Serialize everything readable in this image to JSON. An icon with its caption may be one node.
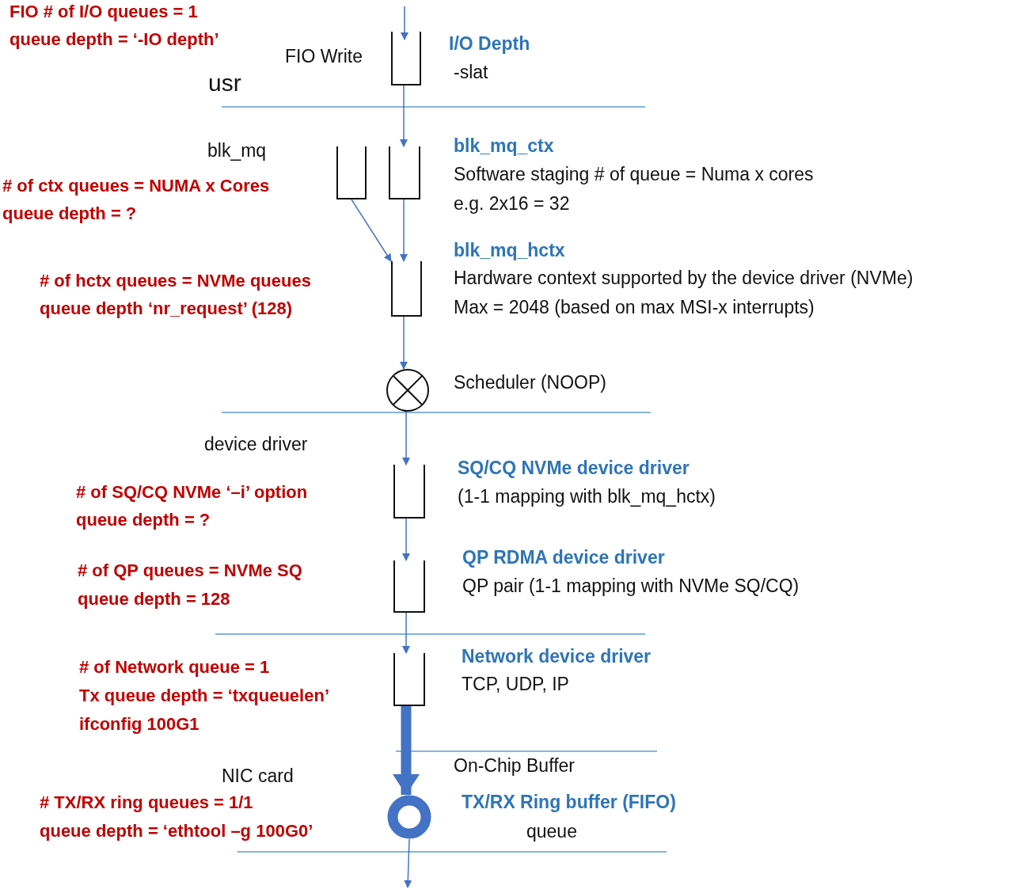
{
  "diagram": {
    "nodes": [
      {
        "text": [],
        "shape": "box"
      },
      {
        "text": [],
        "shape": "box"
      },
      {
        "text": [],
        "shape": "box"
      },
      {
        "text": [],
        "shape": "box"
      },
      {
        "text": [],
        "shape": "circle"
      },
      {
        "text": [],
        "shape": "box"
      },
      {
        "text": [],
        "shape": "box"
      },
      {
        "text": [],
        "shape": "box"
      },
      {
        "text": [],
        "shape": "circle"
      }
    ],
    "edges": [
      {
        "from": null,
        "to": 0,
        "arrow": "to"
      },
      {
        "from": 0,
        "to": 2,
        "arrow": "to"
      },
      {
        "from": 1,
        "to": 3,
        "arrow": "to"
      },
      {
        "from": 2,
        "to": 3,
        "arrow": "to"
      },
      {
        "from": 3,
        "to": 4,
        "arrow": "to"
      },
      {
        "from": 4,
        "to": 5,
        "arrow": "to"
      },
      {
        "from": 5,
        "to": 6,
        "arrow": "to"
      },
      {
        "from": 6,
        "to": 7,
        "arrow": "to"
      },
      {
        "from": 7,
        "to": 8,
        "arrow": "to",
        "style": "thick"
      },
      {
        "from": 8,
        "to": null,
        "arrow": "to"
      }
    ],
    "labels": [
      "FIO # of I/O queues = 1",
      "queue depth = ‘-IO depth’",
      "FIO Write",
      "I/O Depth",
      "-slat",
      "usr",
      "blk_mq",
      "blk_mq_ctx",
      "Software staging # of queue = Numa x cores",
      "# of ctx queues = NUMA x Cores",
      "e.g. 2x16 = 32",
      "queue depth = ?",
      "blk_mq_hctx",
      "# of hctx queues = NVMe queues",
      "Hardware context supported by the device driver (NVMe)",
      "queue depth ‘nr_request’ (128)",
      "Max = 2048 (based on max MSI-x interrupts)",
      "Scheduler (NOOP)",
      "device driver",
      "SQ/CQ NVMe device driver",
      "# of SQ/CQ NVMe ‘–i’ option",
      "(1-1 mapping with blk_mq_hctx)",
      "queue depth = ?",
      "# of QP queues = NVMe SQ",
      "QP RDMA device driver",
      "QP pair (1-1 mapping with NVMe SQ/CQ)",
      "queue depth = 128",
      "# of Network queue = 1",
      "Network device driver",
      "TCP, UDP, IP",
      "Tx queue depth = ‘txqueuelen’",
      "ifconfig 100G1",
      "On-Chip Buffer",
      "NIC card",
      "# TX/RX ring queues = 1/1",
      "TX/RX Ring buffer (FIFO)",
      "queue depth = ‘ethtool –g 100G0’",
      "queue"
    ]
  }
}
